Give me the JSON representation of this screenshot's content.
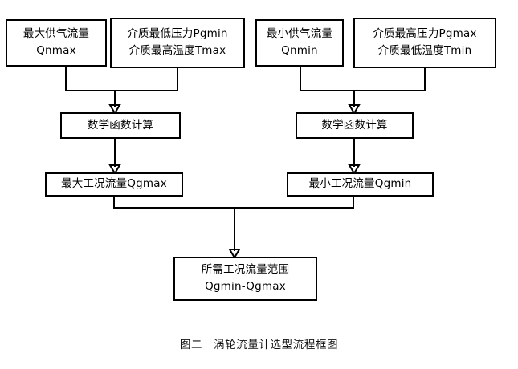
{
  "figure": {
    "caption_label": "图二",
    "caption_title": "涡轮流量计选型流程框图"
  },
  "nodes": {
    "qnmax": {
      "line1": "最大供气流量",
      "line2": "Qnmax"
    },
    "pgmin": {
      "line1": "介质最低压力Pgmin",
      "line2": "介质最高温度Tmax"
    },
    "qnmin": {
      "line1": "最小供气流量",
      "line2": "Qnmin"
    },
    "pgmax": {
      "line1": "介质最高压力Pgmax",
      "line2": "介质最低温度Tmin"
    },
    "math_left": {
      "line1": "数学函数计算"
    },
    "math_right": {
      "line1": "数学函数计算"
    },
    "qgmax": {
      "line1": "最大工况流量Qgmax"
    },
    "qgmin": {
      "line1": "最小工况流量Qgmin"
    },
    "range": {
      "line1": "所需工况流量范围",
      "line2": "Qgmin-Qgmax"
    }
  },
  "chart_data": {
    "type": "diagram",
    "title": "涡轮流量计选型流程框图",
    "nodes": [
      {
        "id": "qnmax",
        "text": "最大供气流量 Qnmax",
        "row": 1
      },
      {
        "id": "pgmin",
        "text": "介质最低压力Pgmin / 介质最高温度Tmax",
        "row": 1
      },
      {
        "id": "qnmin",
        "text": "最小供气流量 Qnmin",
        "row": 1
      },
      {
        "id": "pgmax",
        "text": "介质最高压力Pgmax / 介质最低温度Tmin",
        "row": 1
      },
      {
        "id": "math_left",
        "text": "数学函数计算",
        "row": 2
      },
      {
        "id": "math_right",
        "text": "数学函数计算",
        "row": 2
      },
      {
        "id": "qgmax",
        "text": "最大工况流量Qgmax",
        "row": 3
      },
      {
        "id": "qgmin",
        "text": "最小工况流量Qgmin",
        "row": 3
      },
      {
        "id": "range",
        "text": "所需工况流量范围 Qgmin-Qgmax",
        "row": 4
      }
    ],
    "edges": [
      {
        "from": "qnmax",
        "to": "math_left",
        "style": "elbow-merge"
      },
      {
        "from": "pgmin",
        "to": "math_left",
        "style": "elbow-merge"
      },
      {
        "from": "qnmin",
        "to": "math_right",
        "style": "elbow-merge"
      },
      {
        "from": "pgmax",
        "to": "math_right",
        "style": "elbow-merge"
      },
      {
        "from": "math_left",
        "to": "qgmax",
        "style": "straight"
      },
      {
        "from": "math_right",
        "to": "qgmin",
        "style": "straight"
      },
      {
        "from": "qgmax",
        "to": "range",
        "style": "elbow-merge"
      },
      {
        "from": "qgmin",
        "to": "range",
        "style": "elbow-merge"
      }
    ],
    "stroke_color": "#000000",
    "fill_color": "#ffffff"
  }
}
